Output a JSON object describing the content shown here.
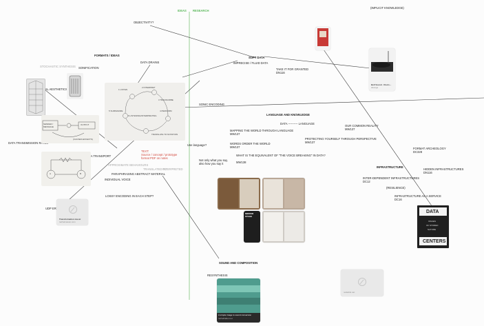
{
  "columns": {
    "ideas": "IDEAS",
    "research": "RESEARCH"
  },
  "colors": {
    "column_divider": "#8cc98a",
    "column_label": "#5cb85c",
    "link_line": "#3a3a3a",
    "accent_red": "#d0453a",
    "muted": "#a7a7a7"
  },
  "labels": {
    "implicit_knowledge": "(IMPLICIT KNOWLEDGE)",
    "objectivity": "OBJECTIVITY?",
    "formats_ideas": "FORMATS / IDEAS",
    "stochastic_synthesis": "STOCHASTIC SYNTHESIS",
    "sonification": "SONIFICATION",
    "data_drains": "DATA DRAINS",
    "technical_aesthetics": "TECHNICAL AESTHETICS",
    "soft_data": "SOFT DATA",
    "imprecise_fluid_data": "IMPRECISE / FLUID DATA",
    "take_it_for_granted": "TAKE IT FOR GRANTED",
    "take_it_code": "DN116",
    "sonic_encoding": "SONIC ENCODING",
    "language_and_knowledge": "LANGUAGE AND KNOWLEDGE",
    "data_language": "DATA ---------- LANGUAGE",
    "mapping_world": "MAPPING THE WORLD THROUGH LANGUAGE",
    "mapping_code": "MW137",
    "words_order": "WORDS ORDER THE WORLD",
    "words_code": "MW137",
    "voice_breaking": "WHAT IS THE EQUIVALENT OF \"THE VOICE BREAKING\" IN DATA?",
    "voice_code": "MW138",
    "common_reality": "OUR COMMON REALITY",
    "common_code": "MW137",
    "protecting": "PROTECTING YOURSELF THROUGH PERSPECTIVE",
    "protecting_code": "MW137",
    "format_archeology": "FORMAT ARCHEOLOGY",
    "format_code": "DC328",
    "infrastructure": "INFRASTRUCTURE",
    "hidden_infra": "HIDDEN INFRASTRUCTURES",
    "hidden_code": "DN116",
    "interdependent": "INTER-DEPENDENT INFRASTRUCTURES",
    "inter_code": "DC12",
    "resilience": "(RESILIENCE)",
    "infra_service": "INFRASTRUCTURE AS A SERVICE",
    "infra_service_code": "DC16",
    "data_transmission": "DATA TRANSMISSION RATES",
    "data_transport": "DATA TRANSPORT",
    "use_language": "Use language?",
    "not_only": "Not only what you say, also how you say it",
    "text_note": "TEXT:",
    "text_note_body": "Source / concept / prototype format PDF on notes",
    "approximate": "APPROXIMATE BEHAVIOURS",
    "paraphrasing": "PARAPHRASING ABSTRACT  MATERIAL",
    "individual_voice": "INDIVIDUAL VOICE",
    "lossy": "LOSSY ENCODING IN EACH STEP?",
    "udp_errors": "UDP ERRORS",
    "sound_composition": "SOUND AND COMPOSITION",
    "resynthesis": "RESYNTHESIS",
    "tangent_a": "TRANSLATED TO",
    "tangent_b": "INTERPRETED"
  },
  "cards": {
    "udp_card_title": "Transformation music",
    "udp_card_sub": "rachelmason.com",
    "vinyl_title": "Bell Sound - Roots...",
    "vinyl_sub": "discogs",
    "books_title": "MIRROR STAGE",
    "book_data": "DATA",
    "book_centers": "CENTERS",
    "book_small1": "ISSUES",
    "book_small2": "OF STORED",
    "book_small3": "NATURE",
    "resynth_caption": "A simple image to sound conversion",
    "resynth_sub": "rachelhaber.net",
    "empty_card_sub": "nodelink.net"
  },
  "sketch_labels": {
    "l1": "1 LISTEN",
    "l2": "2 INTERPRET",
    "l3": "3 TRANSCRIBE",
    "l4": "4 PERFORM",
    "l5": "5 SUMMARIZE",
    "l6": "6 LISTENING/INTERPRETING",
    "l7": "TRANSLATE TO NOTATION",
    "flow_a": "SENDER / MESSAGE",
    "flow_b": "OUTPUT",
    "flow_c": "(CAUSES EFFECTS)",
    "flow_d": "A",
    "flow_e": "B"
  }
}
